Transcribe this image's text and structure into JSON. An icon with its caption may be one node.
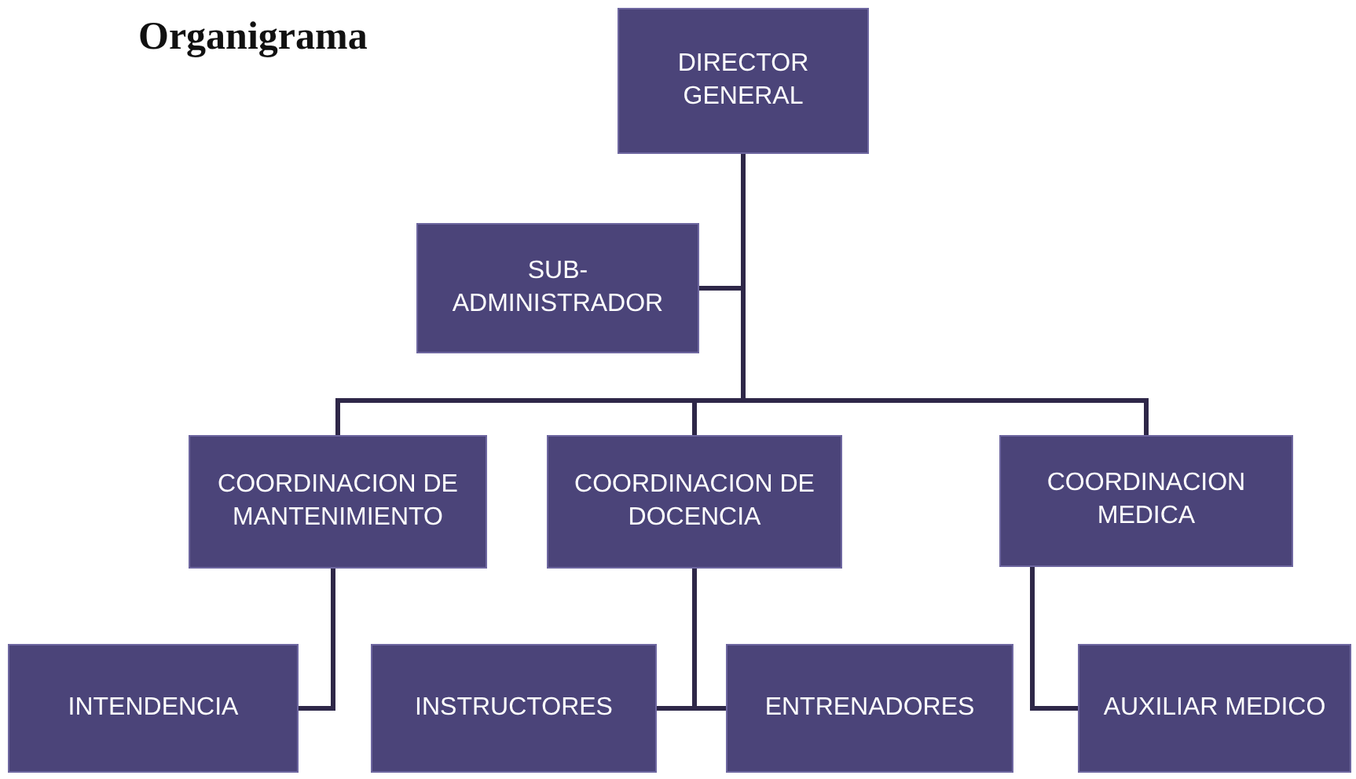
{
  "diagram": {
    "title": "Organigrama",
    "nodes": [
      {
        "text": [
          "DIRECTOR GENERAL"
        ]
      },
      {
        "text": [
          "SUB-ADMINISTRADOR"
        ]
      },
      {
        "text": [
          "COORDINACION DE MANTENIMIENTO"
        ]
      },
      {
        "text": [
          "COORDINACION DE DOCENCIA"
        ]
      },
      {
        "text": [
          "COORDINACION MEDICA"
        ]
      },
      {
        "text": [
          "INTENDENCIA"
        ]
      },
      {
        "text": [
          "INSTRUCTORES"
        ]
      },
      {
        "text": [
          "ENTRENADORES"
        ]
      },
      {
        "text": [
          "AUXILIAR MEDICO"
        ]
      }
    ],
    "edges": [
      {
        "from": 0,
        "to": 1,
        "arrow": "none"
      },
      {
        "from": 0,
        "to": 2,
        "arrow": "none"
      },
      {
        "from": 0,
        "to": 3,
        "arrow": "none"
      },
      {
        "from": 0,
        "to": 4,
        "arrow": "none"
      },
      {
        "from": 2,
        "to": 5,
        "arrow": "none"
      },
      {
        "from": 3,
        "to": 6,
        "arrow": "none"
      },
      {
        "from": 3,
        "to": 7,
        "arrow": "none"
      },
      {
        "from": 4,
        "to": 8,
        "arrow": "none"
      }
    ]
  }
}
